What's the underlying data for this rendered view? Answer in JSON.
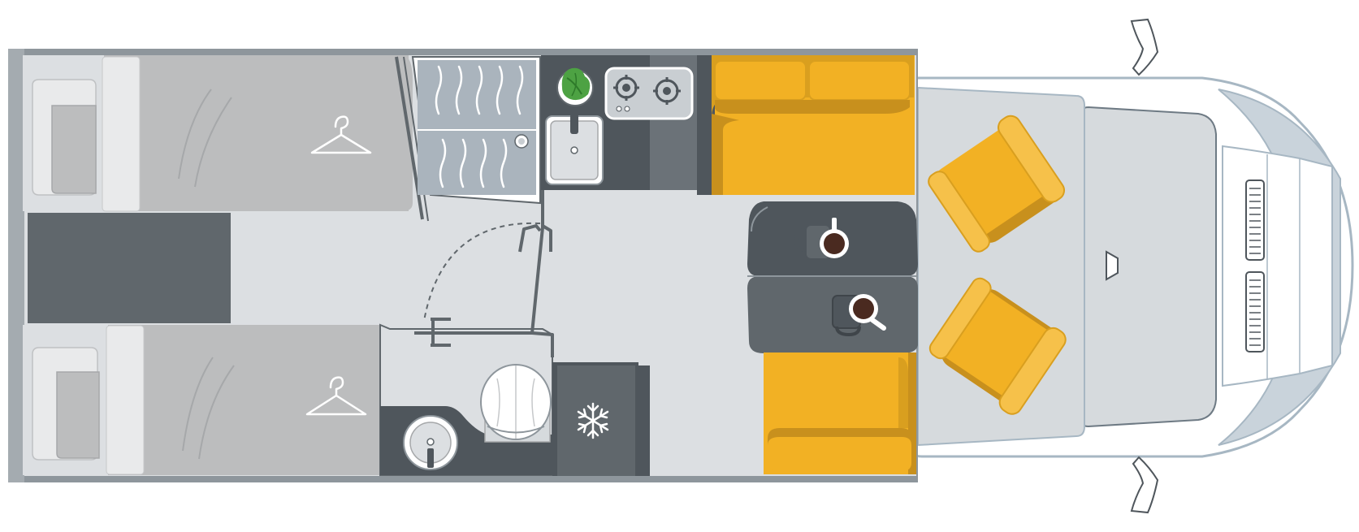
{
  "diagram": {
    "type": "motorhome floor plan (top view)",
    "colors": {
      "background": "#ffffff",
      "wall": "#8e969c",
      "floor": "#dcdfe2",
      "bed_surface": "#bcbdbe",
      "pillow": "#e9eaeb",
      "dark_panel": "#60676c",
      "dark_furniture": "#4f565c",
      "upholstery": "#f2b124",
      "upholstery_shade": "#c8901d",
      "cab_body": "#ffffff",
      "cab_outline": "#a7b7c3",
      "cab_windshield": "#d6dadd",
      "counter_light": "#c9ced2",
      "plant": "#4da243",
      "coffee": "#4a2a20"
    },
    "icons": [
      "hanger-icon",
      "snowflake-icon",
      "plant-icon",
      "coffee-mug-icon",
      "gas-burner-icon",
      "sink-icon",
      "toilet-icon",
      "wardrobe-icon"
    ],
    "zones": [
      "twin-bed-left",
      "twin-bed-right",
      "wardrobe",
      "kitchen",
      "bathroom",
      "fridge",
      "dinette",
      "cab"
    ]
  }
}
